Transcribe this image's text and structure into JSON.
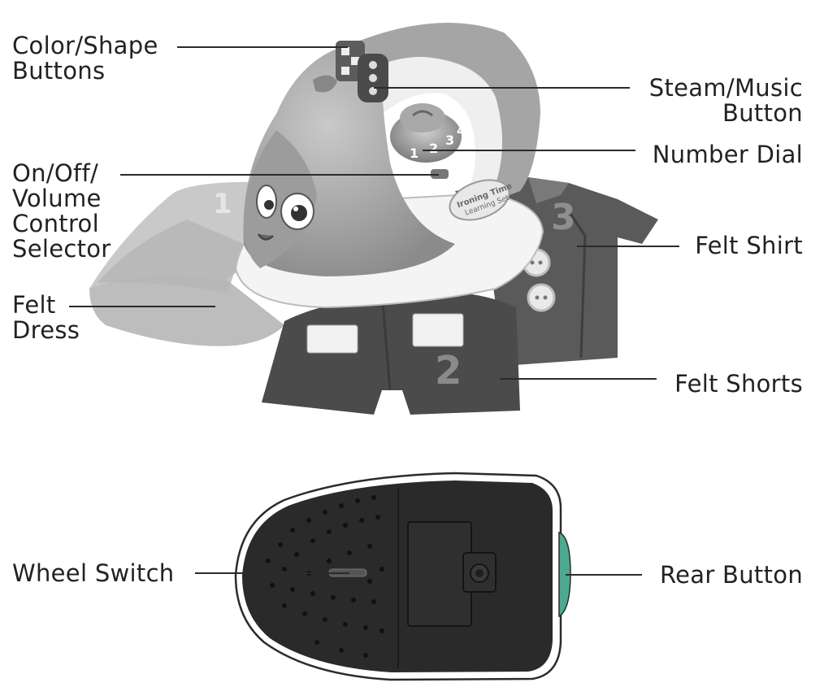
{
  "labels": {
    "color_shape": [
      "Color/Shape",
      "Buttons"
    ],
    "on_off": [
      "On/Off/",
      "Volume",
      "Control",
      "Selector"
    ],
    "felt_dress": [
      "Felt",
      "Dress"
    ],
    "steam_music": [
      "Steam/Music",
      "Button"
    ],
    "number_dial": "Number Dial",
    "felt_shirt": "Felt Shirt",
    "felt_shorts": "Felt Shorts",
    "wheel_switch": "Wheel Switch",
    "rear_button": "Rear Button"
  },
  "product": {
    "badge_line1": "Ironing Time",
    "badge_line2": "Learning Set",
    "dial_numbers": [
      "1",
      "2",
      "3",
      "4"
    ],
    "dress_number": "1",
    "shirt_number": "3",
    "shorts_number": "2"
  },
  "colors": {
    "line": "#2b2b2b",
    "underside": "#2a2a2a",
    "rear_button": "#4fa890",
    "iron_body": "#9a9a9a",
    "felt_dark": "#4a4a4a"
  }
}
